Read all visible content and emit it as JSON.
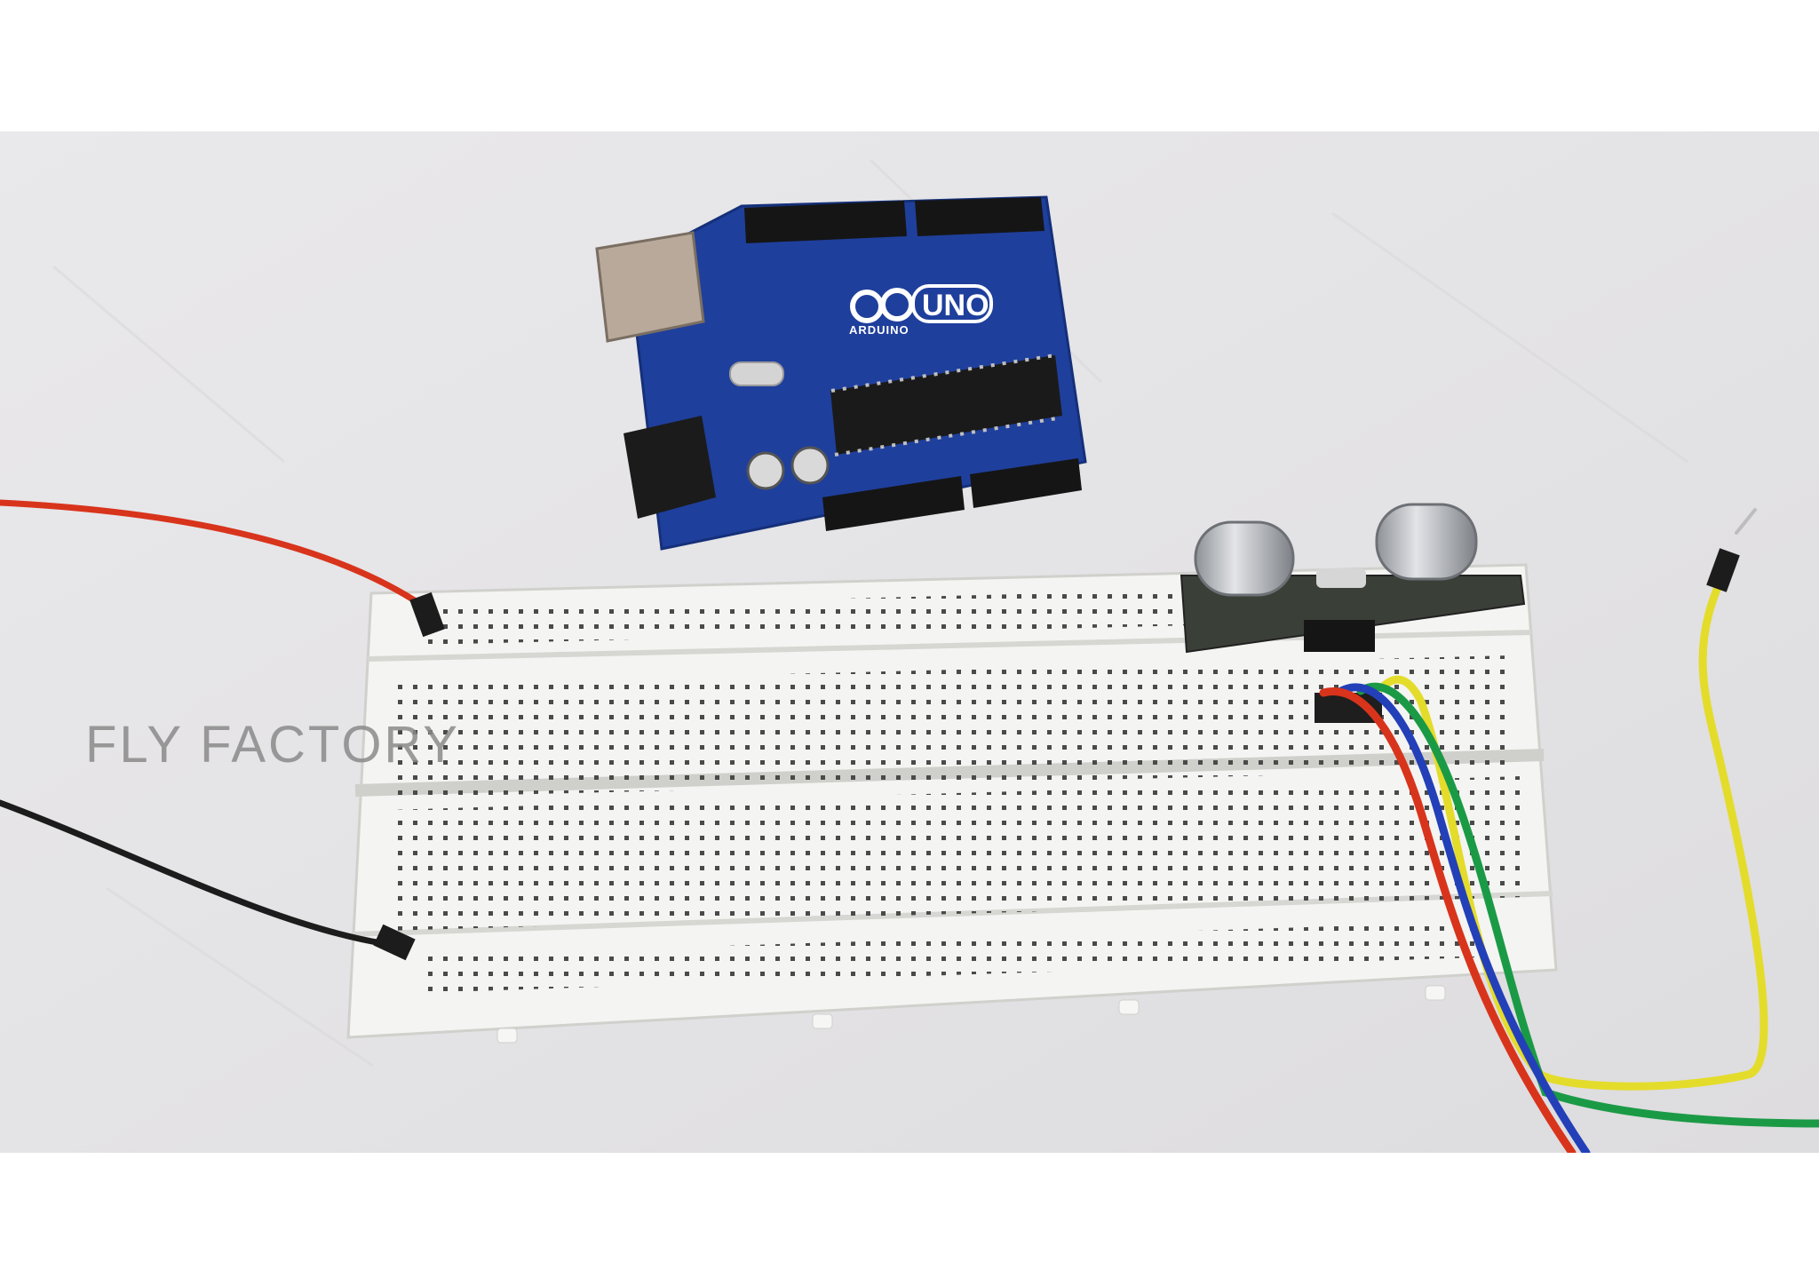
{
  "watermark": {
    "text": "FLY FACTORY"
  },
  "arduino_board": {
    "model_label": "UNO",
    "brand_label": "ARDUINO"
  },
  "colors": {
    "backdrop": "#e6e5e7",
    "board_blue": "#1f3f9c",
    "breadboard": "#f4f4f2",
    "wire_red": "#d8341c",
    "wire_black": "#1c1c1c",
    "wire_yellow": "#e4dc2a",
    "wire_green": "#1b9a46",
    "wire_blue": "#2340b8"
  }
}
